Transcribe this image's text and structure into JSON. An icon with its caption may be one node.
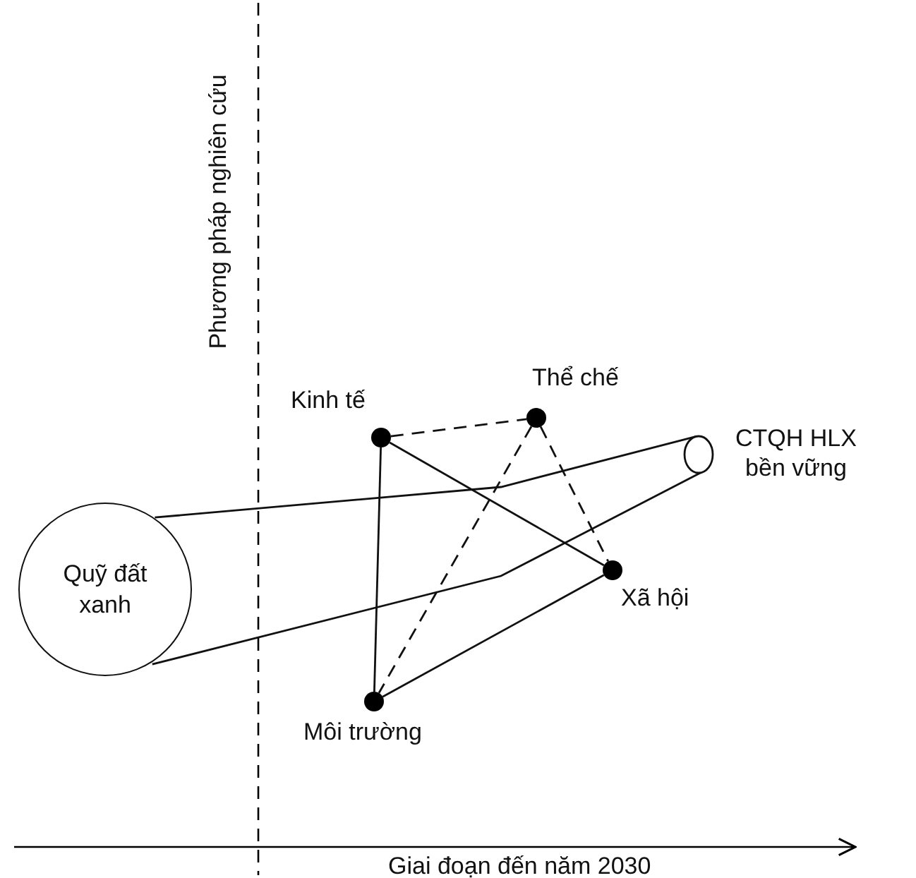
{
  "diagram": {
    "nodes": [
      {
        "text": [
          "Quỹ đất xanh"
        ]
      },
      {
        "text": [
          "CTQH HLX bền vững"
        ]
      },
      {
        "text": [
          "Kinh tế"
        ]
      },
      {
        "text": [
          "Thể chế"
        ]
      },
      {
        "text": [
          "Xã hội"
        ]
      },
      {
        "text": [
          "Môi trường"
        ]
      }
    ],
    "edges": [
      {
        "from": 0,
        "to": 1,
        "arrow": "none"
      },
      {
        "from": 0,
        "to": 1,
        "arrow": "none"
      },
      {
        "from": 2,
        "to": 3,
        "arrow": "none",
        "style": "dashed"
      },
      {
        "from": 2,
        "to": 4,
        "arrow": "none"
      },
      {
        "from": 2,
        "to": 5,
        "arrow": "none"
      },
      {
        "from": 3,
        "to": 4,
        "arrow": "none",
        "style": "dashed"
      },
      {
        "from": 3,
        "to": 5,
        "arrow": "none",
        "style": "dashed"
      },
      {
        "from": 5,
        "to": 4,
        "arrow": "none"
      }
    ],
    "labels": [
      "Phương pháp nghiên cứu",
      "Giai đoạn đến năm 2030"
    ]
  }
}
